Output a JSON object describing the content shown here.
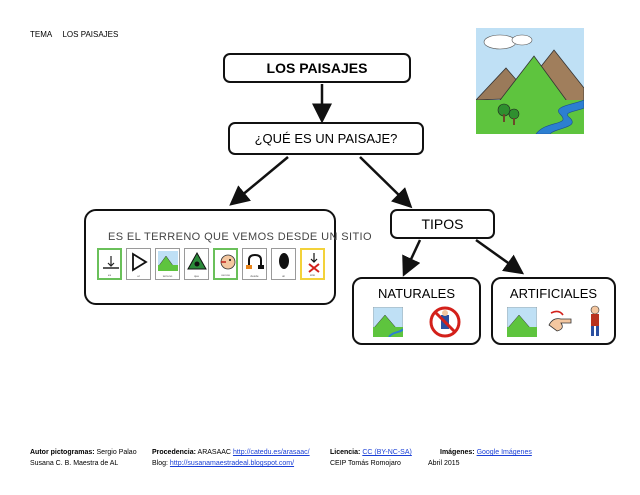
{
  "header": {
    "tema": "TEMA",
    "subject": "LOS PAISAJES"
  },
  "nodes": {
    "title": "LOS PAISAJES",
    "question": "¿QUÉ ES UN PAISAJE?",
    "definition": "ES EL TERRENO QUE VEMOS DESDE UN SITIO",
    "tipos": "TIPOS",
    "naturales": "NATURALES",
    "artificiales": "ARTIFICIALES"
  },
  "pictograms": [
    {
      "icon": "terrain-icon",
      "caption": "es",
      "border": "green"
    },
    {
      "icon": "play-icon",
      "caption": "el",
      "border": "gray"
    },
    {
      "icon": "landscape-icon",
      "caption": "terreno",
      "border": "gray"
    },
    {
      "icon": "triangle-icon",
      "caption": "que",
      "border": "gray"
    },
    {
      "icon": "face-icon",
      "caption": "vemos",
      "border": "green"
    },
    {
      "icon": "arrow-icon",
      "caption": "desde",
      "border": "gray"
    },
    {
      "icon": "oval-icon",
      "caption": "un",
      "border": "gray"
    },
    {
      "icon": "place-icon",
      "caption": "sitio",
      "border": "yellow"
    }
  ],
  "footer": {
    "row1": {
      "author_label": "Autor pictogramas:",
      "author": "Sergio Palao",
      "source_label": "Procedencia:",
      "source": "ARASAAC",
      "source_link": "http://catedu.es/arasaac/",
      "license_label": "Licencia:",
      "license": "CC (BY-NC-SA)",
      "images_label": "Imágenes:",
      "images_link": "Google Imágenes"
    },
    "row2": {
      "maker": "Susana C. B. Maestra de AL",
      "blog_label": "Blog:",
      "blog_link": "http://susanamaestradeal.blogspot.com/",
      "school": "CEIP Tomás  Romojaro",
      "date": "Abril   2015"
    }
  },
  "colors": {
    "sky": "#a9d3f0",
    "grass": "#5ec43e",
    "mountain": "#9a7a5a",
    "river": "#2c7fd1",
    "green_border": "#6ac05a",
    "yellow_border": "#f3d23a"
  }
}
